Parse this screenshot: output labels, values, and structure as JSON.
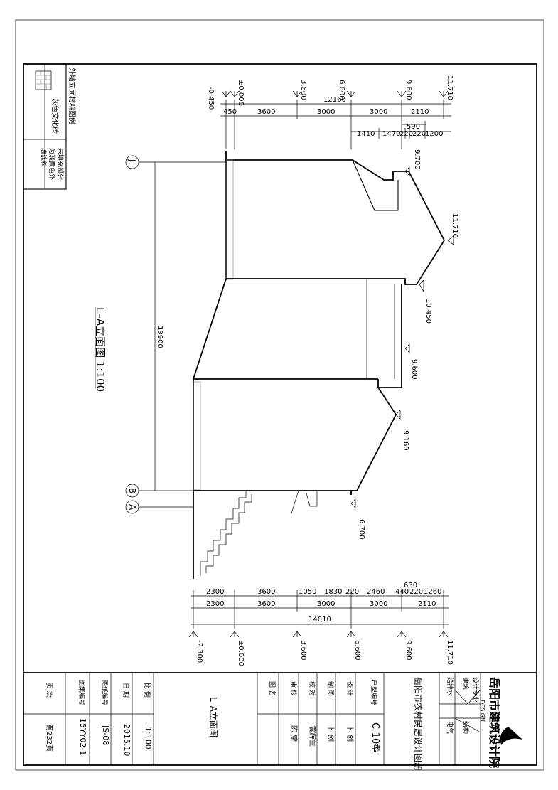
{
  "legend": {
    "title": "外墙立面材料图例",
    "brick": "灰色文化砖",
    "paint_1": "未填充部分",
    "paint_2": "为淡黄色外",
    "paint_3": "墙涂料"
  },
  "drawing": {
    "title": "L–A立面图 1:100",
    "overall_dim": "18900",
    "axis_j": "J",
    "axis_b": "B",
    "axis_a": "A"
  },
  "levels_top": [
    "-0.450",
    "±0.000",
    "3.600",
    "6.600",
    "9.600",
    "11.710"
  ],
  "levels_mid": [
    "9.700",
    "11.710",
    "10.450",
    "9.600",
    "9.160",
    "6.700"
  ],
  "levels_bottom": [
    "-2.300",
    "±0.000",
    "3.600",
    "6.600",
    "9.600",
    "11.710"
  ],
  "dims_top": {
    "total": "12160",
    "row1": [
      "450",
      "3600",
      "3000",
      "3000",
      "2110"
    ],
    "row2": [
      "1410",
      "1470",
      "220",
      "220",
      "1200"
    ],
    "small": "590"
  },
  "dims_bottom": {
    "total": "14010",
    "row1": [
      "2300",
      "3600",
      "1050",
      "1830",
      "220",
      "2460",
      "440",
      "220",
      "1260"
    ],
    "row2": [
      "2300",
      "3600",
      "3000",
      "3000",
      "2110"
    ],
    "small": "630"
  },
  "title_block": {
    "institute": "岳阳市建筑设计院",
    "design_mark": "DESIGN",
    "catalog": "岳阳市农村民居设计图册",
    "house_type_label": "户型编号",
    "house_type": "C-10型",
    "specialty_label": "设计专业",
    "spec_arch": "建筑",
    "spec_struct": "结构",
    "spec_water": "给排水",
    "spec_elec": "电气",
    "role_design": "设  计",
    "role_draw": "制  图",
    "role_check": "校  对",
    "role_review": "审  核",
    "name_design": "卜  创",
    "name_draw": "卜  创",
    "name_check": "袁辉兰",
    "name_review": "陈  莹",
    "drawing_name_label": "图  名",
    "drawing_name": "L–A立面图",
    "scale_label": "比  例",
    "scale": "1:100",
    "date_label": "日  期",
    "date": "2015.10",
    "drawing_no_label": "图纸编号",
    "drawing_no": "JS-08",
    "atlas_no_label": "图集编号",
    "atlas_no": "15YY02-1",
    "page_label": "页  次",
    "page": "第232页"
  }
}
